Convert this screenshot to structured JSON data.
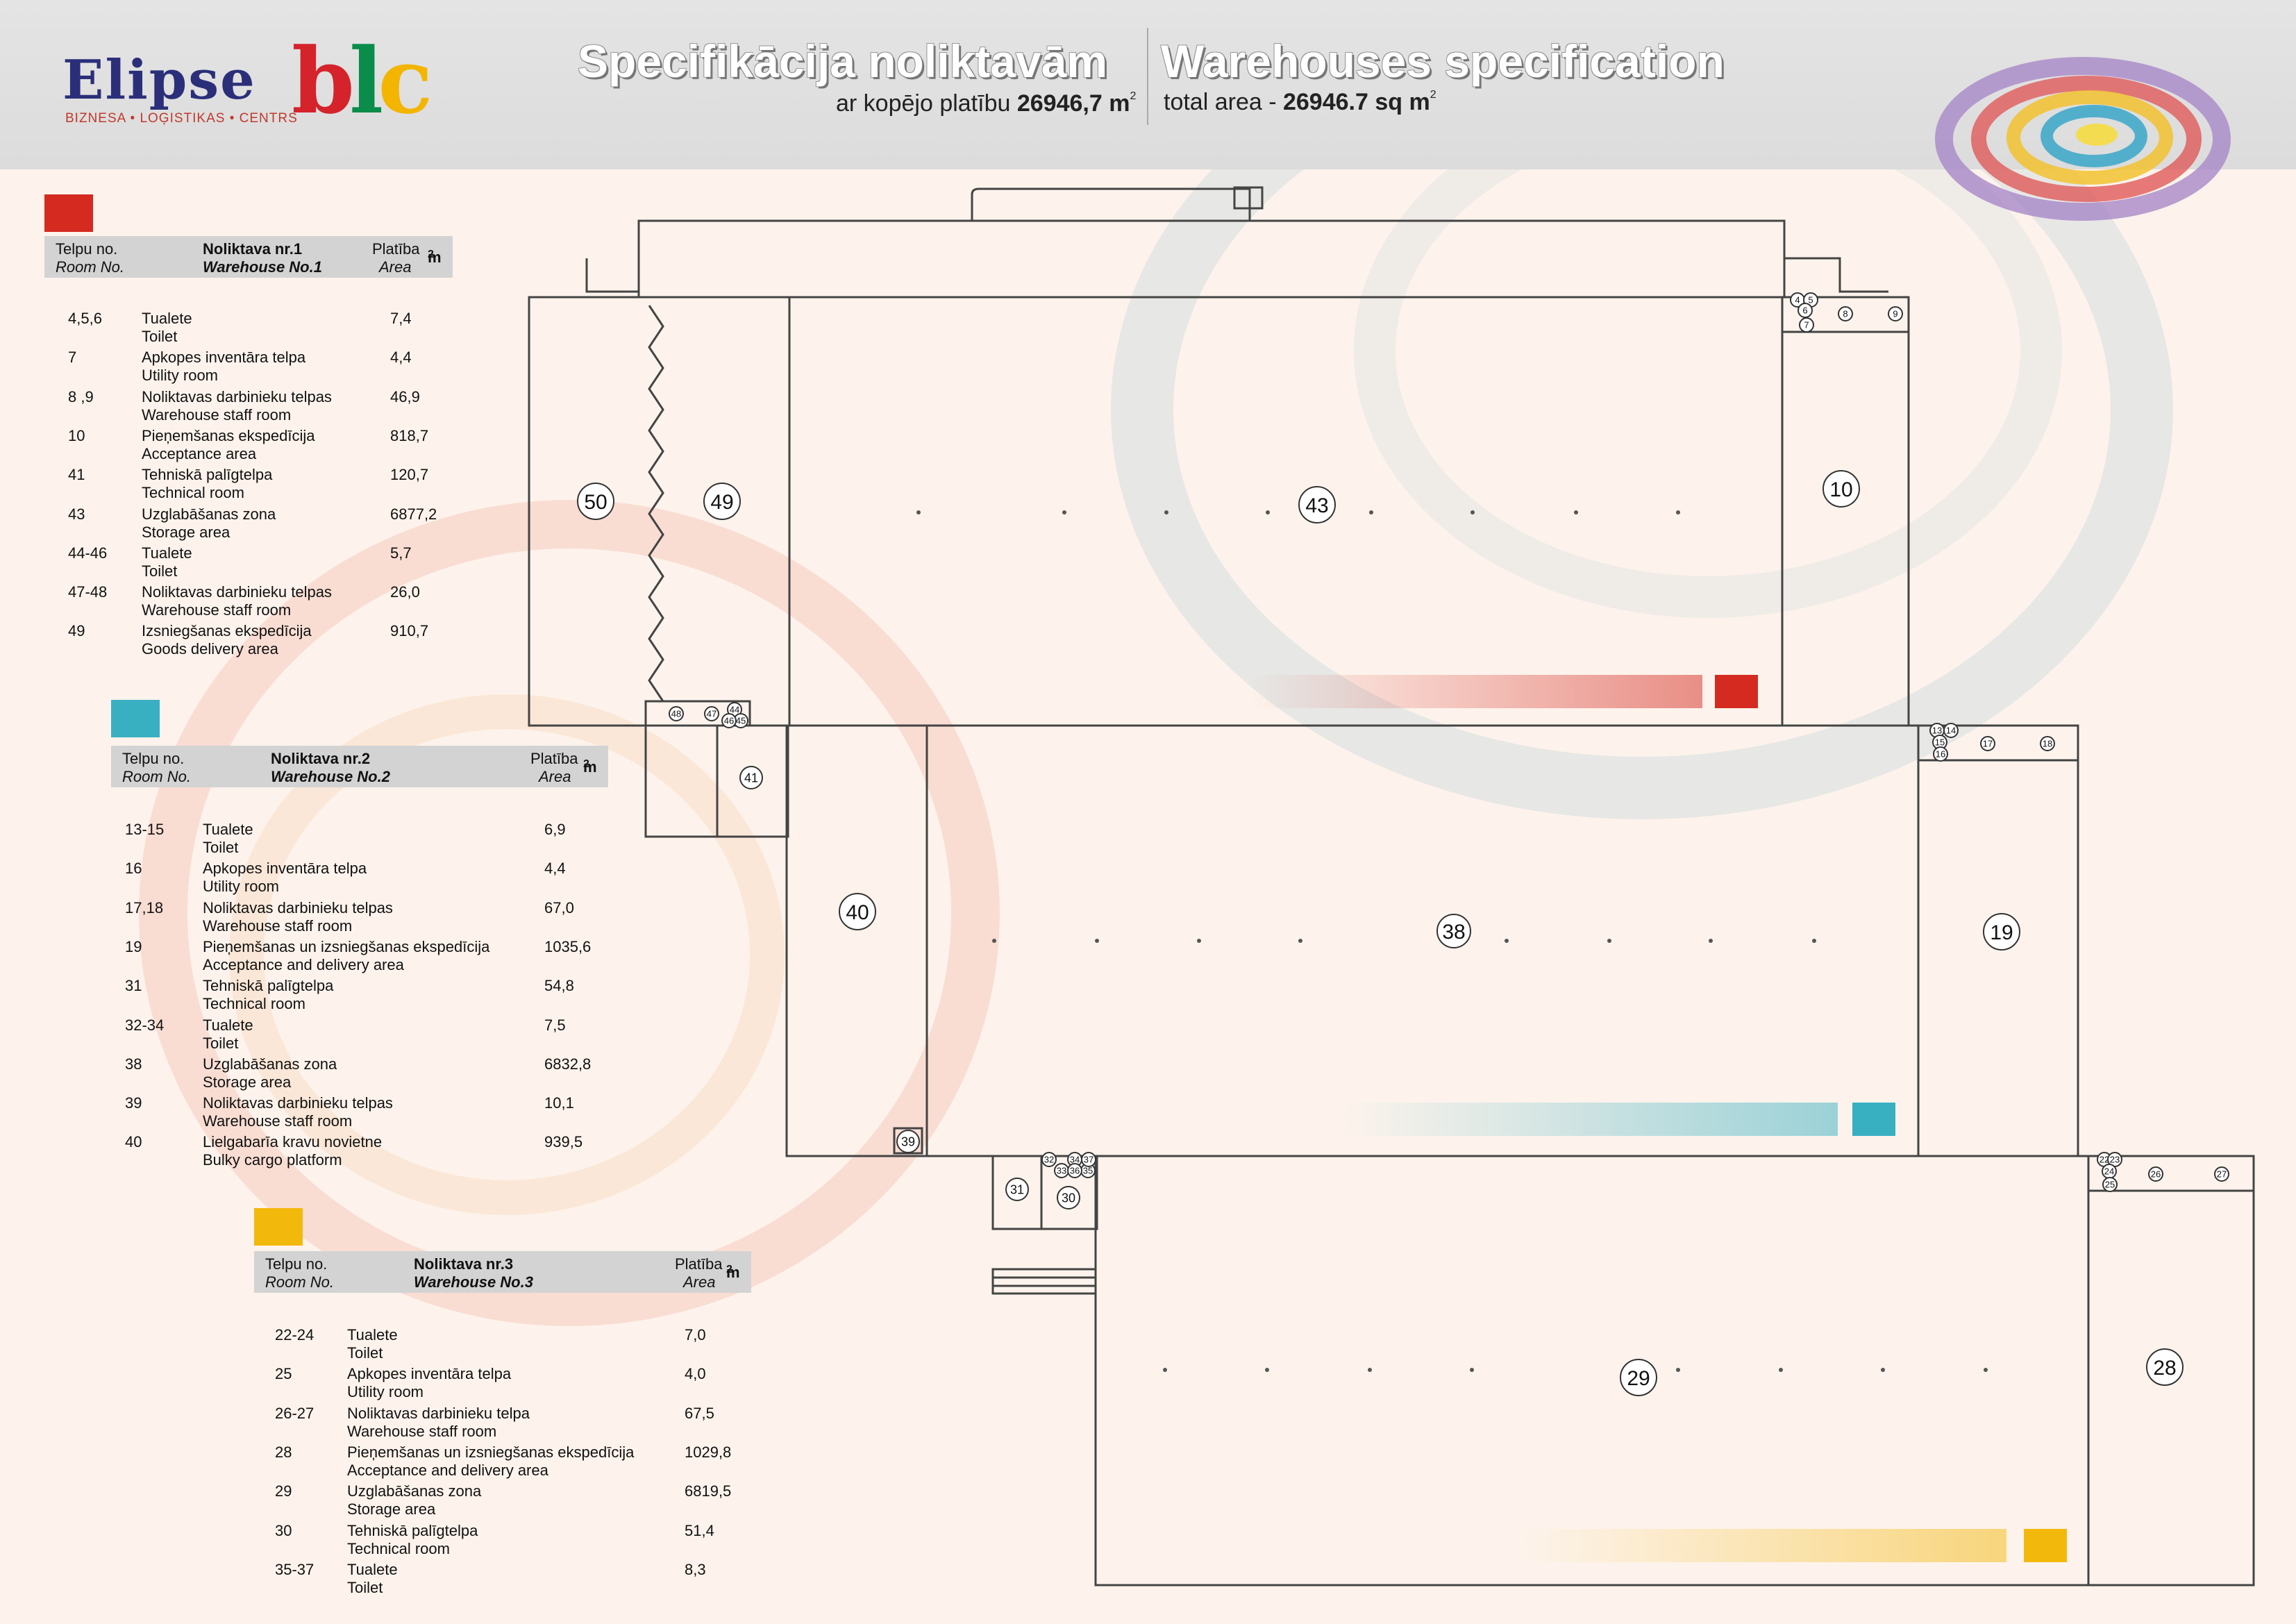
{
  "header": {
    "logo": {
      "word": "Elipse",
      "mark": [
        "b",
        "l",
        "c"
      ],
      "subtitle": "BIZNESA • LOĢISTIKAS • CENTRS"
    },
    "title_lv": "Specifikācija noliktavām",
    "subtitle_lv_prefix": "ar kopējo platību",
    "total_area_lv": "26946,7",
    "unit_lv": "m",
    "title_en": "Warehouses specification",
    "subtitle_en_prefix": "total area -",
    "total_area_en": "26946.7 sq m",
    "colors": {
      "title": "#ffffff",
      "logo_blue": "#2b2f7a",
      "logo_b": "#d4232a",
      "logo_l": "#0a8c4a",
      "logo_c": "#f3b500"
    }
  },
  "warehouses": [
    {
      "color": "#d42a20",
      "room_no_lv": "Telpu no.",
      "room_no_en": "Room No.",
      "name_lv": "Noliktava nr.1",
      "name_en": "Warehouse No.1",
      "area_lv": "Platība",
      "area_en": "Area",
      "unit": "m",
      "rows": [
        {
          "no": "4,5,6",
          "lv": "Tualete",
          "en": "Toilet",
          "area": "7,4"
        },
        {
          "no": "7",
          "lv": "Apkopes inventāra telpa",
          "en": "Utility room",
          "area": "4,4"
        },
        {
          "no": "8 ,9",
          "lv": "Noliktavas darbinieku telpas",
          "en": "Warehouse staff room",
          "area": "46,9"
        },
        {
          "no": "10",
          "lv": "Pieņemšanas ekspedīcija",
          "en": "Acceptance area",
          "area": "818,7"
        },
        {
          "no": "41",
          "lv": "Tehniskā palīgtelpa",
          "en": "Technical room",
          "area": "120,7"
        },
        {
          "no": "43",
          "lv": "Uzglabāšanas zona",
          "en": "Storage area",
          "area": "6877,2"
        },
        {
          "no": "44-46",
          "lv": "Tualete",
          "en": "Toilet",
          "area": "5,7"
        },
        {
          "no": "47-48",
          "lv": "Noliktavas darbinieku telpas",
          "en": "Warehouse staff room",
          "area": "26,0"
        },
        {
          "no": "49",
          "lv": "Izsniegšanas ekspedīcija",
          "en": "Goods delivery area",
          "area": "910,7"
        }
      ]
    },
    {
      "color": "#38b0c2",
      "room_no_lv": "Telpu no.",
      "room_no_en": "Room No.",
      "name_lv": "Noliktava nr.2",
      "name_en": "Warehouse No.2",
      "area_lv": "Platība",
      "area_en": "Area",
      "unit": "m",
      "rows": [
        {
          "no": "13-15",
          "lv": "Tualete",
          "en": "Toilet",
          "area": "6,9"
        },
        {
          "no": "16",
          "lv": "Apkopes inventāra telpa",
          "en": "Utility room",
          "area": "4,4"
        },
        {
          "no": "17,18",
          "lv": "Noliktavas darbinieku telpas",
          "en": "Warehouse staff room",
          "area": "67,0"
        },
        {
          "no": "19",
          "lv": "Pieņemšanas un izsniegšanas ekspedīcija",
          "en": "Acceptance and delivery area",
          "area": "1035,6"
        },
        {
          "no": "31",
          "lv": "Tehniskā palīgtelpa",
          "en": "Technical room",
          "area": "54,8"
        },
        {
          "no": "32-34",
          "lv": "Tualete",
          "en": "Toilet",
          "area": "7,5"
        },
        {
          "no": "38",
          "lv": "Uzglabāšanas zona",
          "en": "Storage area",
          "area": "6832,8"
        },
        {
          "no": "39",
          "lv": "Noliktavas darbinieku telpas",
          "en": "Warehouse staff room",
          "area": "10,1"
        },
        {
          "no": "40",
          "lv": "Lielgabarīa kravu novietne",
          "en": "Bulky cargo platform",
          "area": "939,5"
        }
      ]
    },
    {
      "color": "#f3b80c",
      "room_no_lv": "Telpu no.",
      "room_no_en": "Room No.",
      "name_lv": "Noliktava nr.3",
      "name_en": "Warehouse No.3",
      "area_lv": "Platība",
      "area_en": "Area",
      "unit": "m",
      "rows": [
        {
          "no": "22-24",
          "lv": "Tualete",
          "en": "Toilet",
          "area": "7,0"
        },
        {
          "no": "25",
          "lv": "Apkopes inventāra telpa",
          "en": "Utility room",
          "area": "4,0"
        },
        {
          "no": "26-27",
          "lv": "Noliktavas darbinieku telpa",
          "en": "Warehouse staff room",
          "area": "67,5"
        },
        {
          "no": "28",
          "lv": "Pieņemšanas un izsniegšanas ekspedīcija",
          "en": "Acceptance and delivery area",
          "area": "1029,8"
        },
        {
          "no": "29",
          "lv": "Uzglabāšanas zona",
          "en": "Storage area",
          "area": "6819,5"
        },
        {
          "no": "30",
          "lv": "Tehniskā palīgtelpa",
          "en": "Technical room",
          "area": "51,4"
        },
        {
          "no": "35-37",
          "lv": "Tualete",
          "en": "Toilet",
          "area": "8,3"
        }
      ]
    }
  ],
  "plan": {
    "big_labels": [
      "50",
      "49",
      "43",
      "10",
      "41",
      "40",
      "38",
      "19",
      "39",
      "31",
      "30",
      "29",
      "28"
    ],
    "small_labels": [
      "4",
      "5",
      "6",
      "7",
      "8",
      "9",
      "48",
      "47",
      "44",
      "45",
      "46",
      "13",
      "14",
      "15",
      "16",
      "17",
      "18",
      "32",
      "33",
      "34",
      "35",
      "36",
      "37",
      "22",
      "23",
      "24",
      "25",
      "26",
      "27"
    ]
  }
}
